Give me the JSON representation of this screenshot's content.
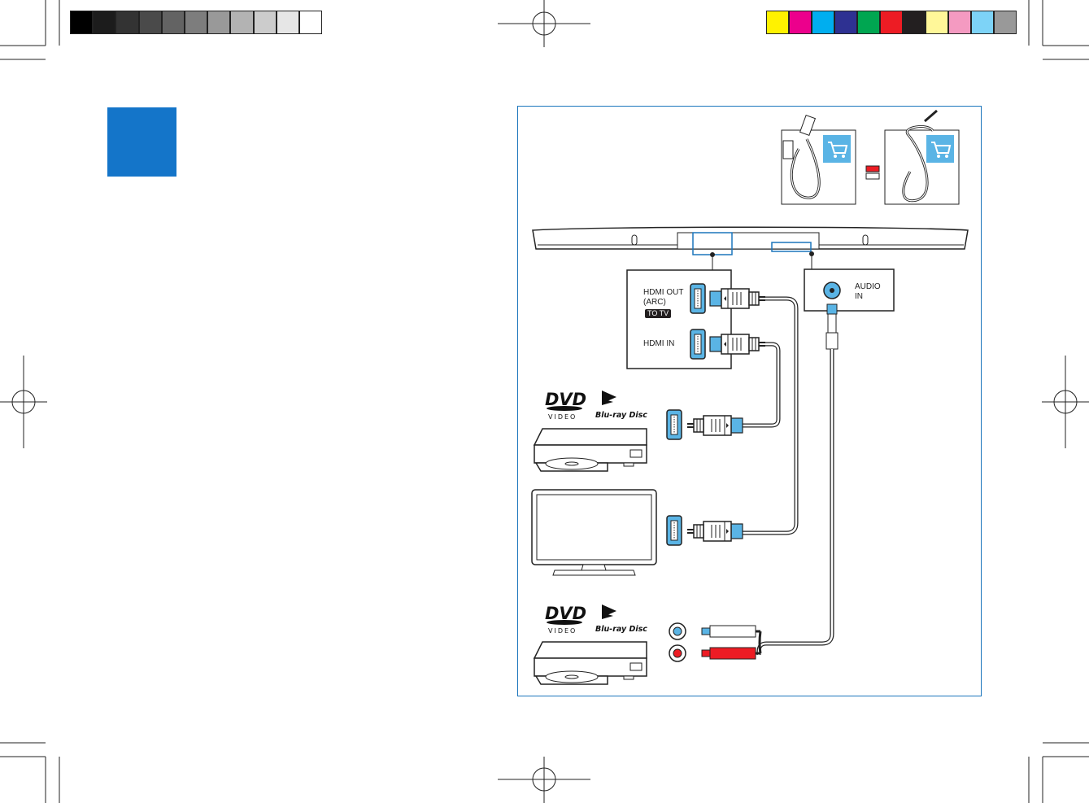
{
  "print_marks": {
    "gray_swatches": [
      "#000000",
      "#1c1c1c",
      "#333333",
      "#4a4a4a",
      "#636363",
      "#7d7d7d",
      "#999999",
      "#b3b3b3",
      "#cccccc",
      "#e6e6e6",
      "#ffffff"
    ],
    "color_swatches": [
      "#fff200",
      "#ec008c",
      "#00aeef",
      "#2e3192",
      "#00a651",
      "#ed1c24",
      "#231f20",
      "#fff799",
      "#f49ac1",
      "#7dd3f7",
      "#999999"
    ]
  },
  "section_marker": {
    "color": "#1475c9"
  },
  "diagram": {
    "border_color": "#1b75bc",
    "accent_color": "#5ab4e5",
    "soundbar_ports": {
      "hdmi_out_label": "HDMI OUT\n(ARC)",
      "to_tv_badge": "TO TV",
      "hdmi_in_label": "HDMI IN",
      "audio_in_label": "AUDIO\nIN"
    },
    "accessory_icons": [
      "hdmi-cable-icon",
      "rca-to-35mm-cable-icon",
      "shopping-cart-icon"
    ],
    "devices": [
      {
        "name": "dvd-bluray-player",
        "logos": [
          "DVD VIDEO",
          "Blu-ray Disc"
        ],
        "connection": "HDMI"
      },
      {
        "name": "tv",
        "connection": "HDMI"
      },
      {
        "name": "dvd-bluray-player",
        "logos": [
          "DVD VIDEO",
          "Blu-ray Disc"
        ],
        "connection": "RCA audio"
      }
    ],
    "logo_text": {
      "dvd": "DVD",
      "video": "VIDEO",
      "bluray": "Blu-ray Disc"
    }
  }
}
